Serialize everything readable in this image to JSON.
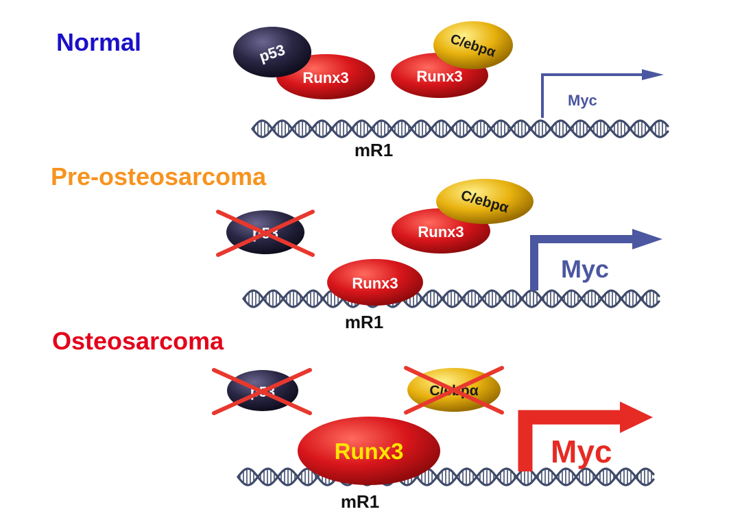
{
  "sections": [
    {
      "title": "Normal",
      "title_color": "#1a10c8",
      "p53_label": "p53",
      "runx3_left_label": "Runx3",
      "runx3_right_label": "Runx3",
      "cebpa_label": "C/ebpα",
      "dna_label": "mR1",
      "gene_label": "Myc",
      "myc_expression": "low"
    },
    {
      "title": "Pre-osteosarcoma",
      "title_color": "#f7931e",
      "p53_label": "p53",
      "p53_status": "lost",
      "runx3_free_label": "Runx3",
      "cebpa_label": "C/ebpα",
      "runx3_bound_label": "Runx3",
      "dna_label": "mR1",
      "gene_label": "Myc",
      "myc_expression": "medium"
    },
    {
      "title": "Osteosarcoma",
      "title_color": "#e3001b",
      "p53_label": "p53",
      "p53_status": "lost",
      "cebpa_label": "C/ebpα",
      "cebpa_status": "lost",
      "runx3_bound_label": "Runx3",
      "dna_label": "mR1",
      "gene_label": "Myc",
      "myc_expression": "high"
    }
  ],
  "colors": {
    "p53": "#2a2745",
    "runx3": "#d8161b",
    "cebpa": "#e8b20f",
    "dna": "#3f4a6a",
    "arrow_blue": "#4b57a0",
    "arrow_red": "#e52b24",
    "cross": "#e8382e",
    "runx3_big_text": "#ffe600"
  }
}
